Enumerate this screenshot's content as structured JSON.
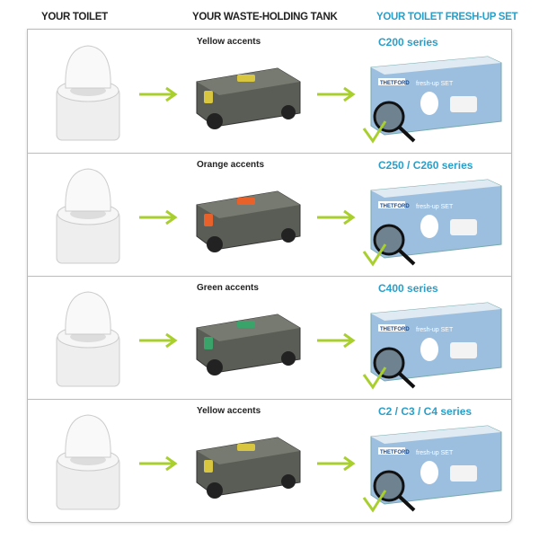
{
  "headers": {
    "toilet": "YOUR TOILET",
    "tank": "YOUR WASTE-HOLDING TANK",
    "set": "YOUR TOILET FRESH-UP SET"
  },
  "colors": {
    "accent_blue": "#2a9fc9",
    "arrow_green": "#a8cf2e"
  },
  "box_logo": {
    "brand": "THETFORD",
    "product": "fresh-up SET"
  },
  "rows": [
    {
      "tank_label": "Yellow accents",
      "series": "C200 series",
      "accent": "#d8c640"
    },
    {
      "tank_label": "Orange accents",
      "series": "C250 / C260 series",
      "accent": "#e8602a"
    },
    {
      "tank_label": "Green accents",
      "series": "C400 series",
      "accent": "#3aa36a"
    },
    {
      "tank_label": "Yellow accents",
      "series": "C2 / C3 / C4 series",
      "accent": "#d8c640"
    }
  ]
}
